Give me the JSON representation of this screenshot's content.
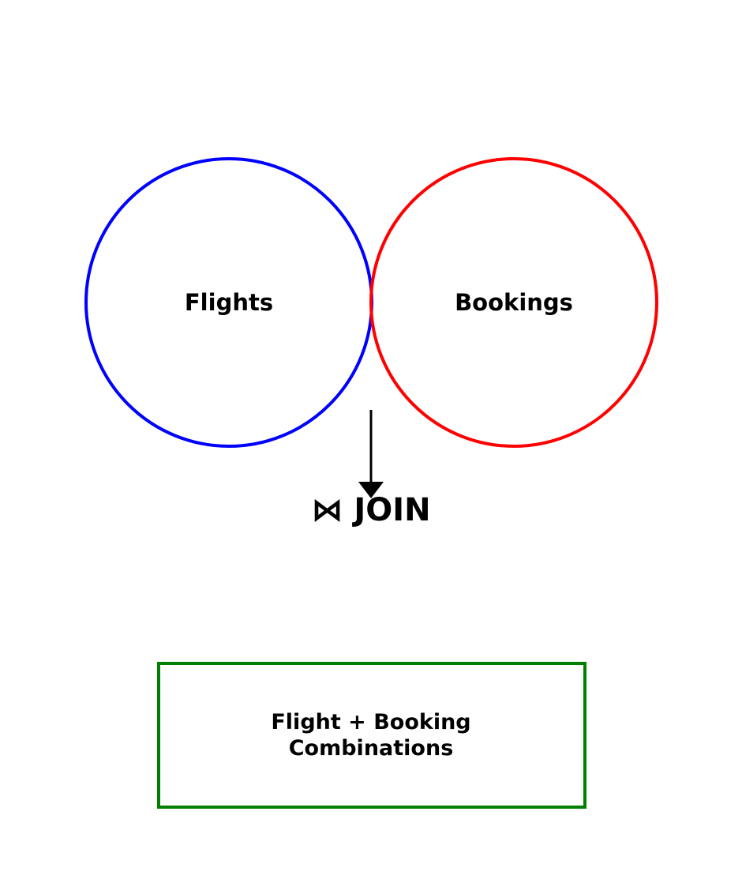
{
  "diagram": {
    "left_set": {
      "label": "Flights",
      "color": "#0000ff"
    },
    "right_set": {
      "label": "Bookings",
      "color": "#ff0000"
    },
    "operation": {
      "symbol": "⋈",
      "label": "JOIN"
    },
    "result": {
      "line1": "Flight + Booking",
      "line2": "Combinations",
      "color": "#008000"
    }
  }
}
